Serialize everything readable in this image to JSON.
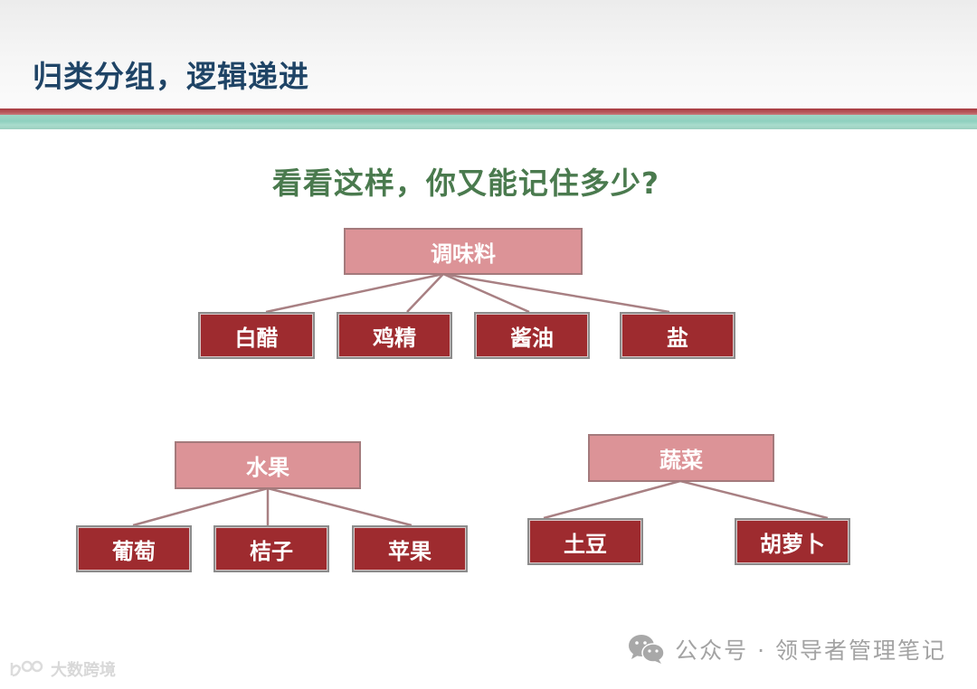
{
  "slide": {
    "title": "归类分组，逻辑递进",
    "question": "看看这样，你又能记住多少?"
  },
  "colors": {
    "title": "#1f4466",
    "question": "#4a7a4e",
    "parent_box": "#dc9397",
    "child_box": "#9e2b2f",
    "connector": "#a88083",
    "band_red": "#a73a40",
    "band_teal": "#9ed7c6"
  },
  "groups": [
    {
      "label": "调味料",
      "children": [
        "白醋",
        "鸡精",
        "酱油",
        "盐"
      ]
    },
    {
      "label": "水果",
      "children": [
        "葡萄",
        "桔子",
        "苹果"
      ]
    },
    {
      "label": "蔬菜",
      "children": [
        "土豆",
        "胡萝卜"
      ]
    }
  ],
  "watermark": {
    "icon": "wechat-icon",
    "text": "公众号 · 领导者管理笔记"
  },
  "corner_logo": {
    "icon": "logo-mark-icon",
    "text": "大数跨境"
  }
}
